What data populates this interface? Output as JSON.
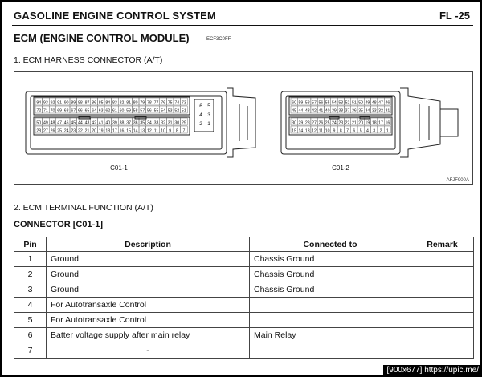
{
  "header": {
    "title": "GASOLINE ENGINE CONTROL SYSTEM",
    "page": "FL -25"
  },
  "section": {
    "title": "ECM (ENGINE CONTROL MODULE)",
    "code": "ECF3C0FF"
  },
  "subsections": {
    "harness": "1. ECM HARNESS CONNECTOR (A/T)",
    "terminal": "2. ECM TERMINAL FUNCTION (A/T)"
  },
  "figure": {
    "code": "AFJF900A",
    "connector1": {
      "label": "C01-1",
      "rows": [
        [
          "94",
          "93",
          "92",
          "91",
          "90",
          "89",
          "88",
          "87",
          "86",
          "85",
          "84",
          "83",
          "82",
          "81",
          "80",
          "79",
          "78",
          "77",
          "76",
          "75",
          "74",
          "73"
        ],
        [
          "72",
          "71",
          "70",
          "69",
          "68",
          "67",
          "66",
          "65",
          "64",
          "63",
          "62",
          "61",
          "60",
          "59",
          "58",
          "57",
          "56",
          "55",
          "54",
          "53",
          "52",
          "51"
        ],
        [
          "50",
          "49",
          "48",
          "47",
          "46",
          "45",
          "44",
          "43",
          "42",
          "41",
          "40",
          "39",
          "38",
          "37",
          "36",
          "35",
          "34",
          "33",
          "32",
          "31",
          "30",
          "29"
        ],
        [
          "28",
          "27",
          "26",
          "25",
          "24",
          "23",
          "22",
          "21",
          "20",
          "19",
          "18",
          "17",
          "16",
          "15",
          "14",
          "13",
          "12",
          "11",
          "10",
          "9",
          "8",
          "7"
        ]
      ],
      "side": [
        "6",
        "5",
        "4",
        "3",
        "2",
        "1"
      ]
    },
    "connector2": {
      "label": "C01-2",
      "rows": [
        [
          "60",
          "59",
          "58",
          "57",
          "56",
          "55",
          "54",
          "53",
          "52",
          "51",
          "50",
          "49",
          "48",
          "47",
          "46"
        ],
        [
          "45",
          "44",
          "43",
          "42",
          "41",
          "40",
          "39",
          "38",
          "37",
          "36",
          "35",
          "34",
          "33",
          "32",
          "31"
        ],
        [
          "30",
          "29",
          "28",
          "27",
          "26",
          "25",
          "24",
          "23",
          "22",
          "21",
          "20",
          "19",
          "18",
          "17",
          "16"
        ],
        [
          "15",
          "14",
          "13",
          "12",
          "11",
          "10",
          "9",
          "8",
          "7",
          "6",
          "5",
          "4",
          "3",
          "2",
          "1"
        ]
      ]
    }
  },
  "connector_heading": "CONNECTOR [C01-1]",
  "table": {
    "headers": [
      "Pin",
      "Description",
      "Connected to",
      "Remark"
    ],
    "rows": [
      [
        "1",
        "Ground",
        "Chassis Ground",
        ""
      ],
      [
        "2",
        "Ground",
        "Chassis Ground",
        ""
      ],
      [
        "3",
        "Ground",
        "Chassis Ground",
        ""
      ],
      [
        "4",
        "For Autotransaxle Control",
        "",
        ""
      ],
      [
        "5",
        "For Autotransaxle Control",
        "",
        ""
      ],
      [
        "6",
        "Batter voltage supply after main relay",
        "Main Relay",
        ""
      ],
      [
        "7",
        "-",
        "",
        ""
      ]
    ]
  },
  "watermark": "[900x677] https://upic.me/"
}
